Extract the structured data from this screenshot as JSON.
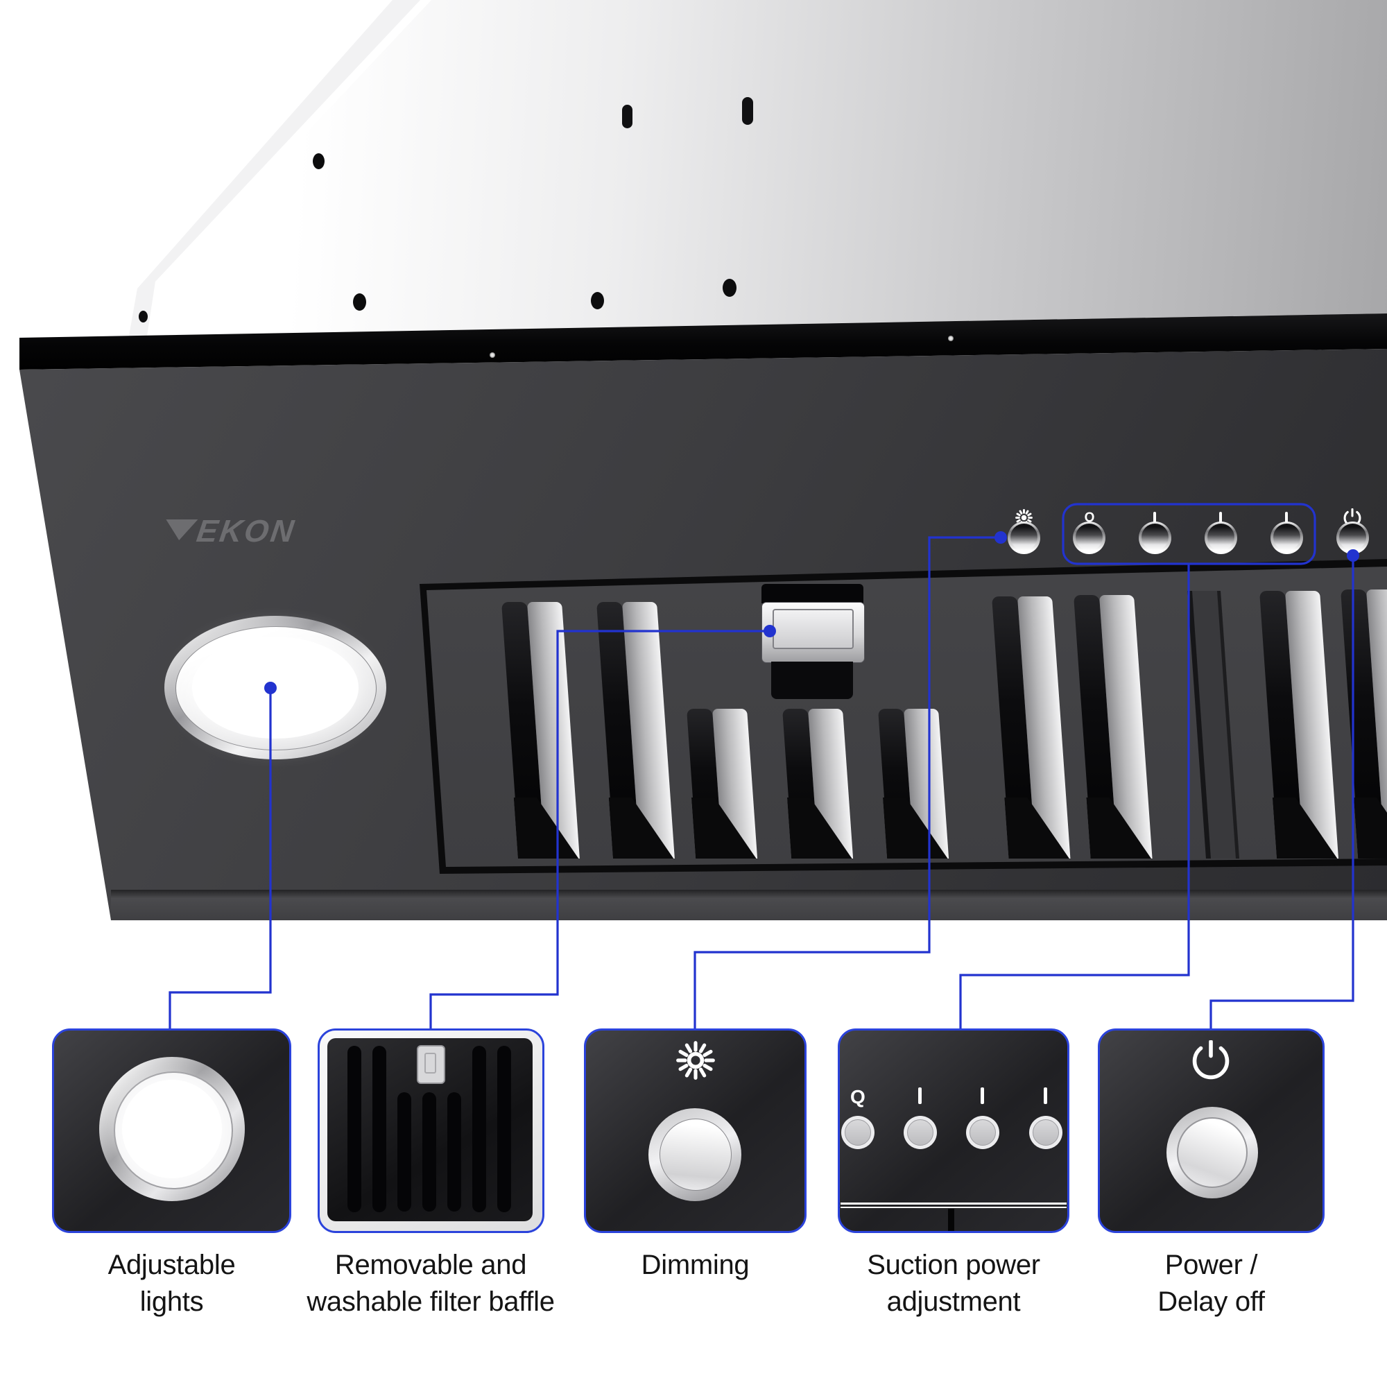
{
  "brand": "EKON",
  "colors": {
    "accent_line": "#2233cf",
    "box_border": "#2b43db",
    "panel": "#3d3d40",
    "top_surface_right": "#a7a7a9"
  },
  "panel_controls": {
    "dimming_icon": "sun-icon",
    "speed_labels": [
      "Q",
      "I",
      "I",
      "I"
    ],
    "power_icon": "power-icon"
  },
  "callouts": [
    {
      "id": "adjustable-lights",
      "lines": [
        "Adjustable",
        "lights"
      ]
    },
    {
      "id": "filter-baffle",
      "lines": [
        "Removable and",
        "washable filter baffle"
      ]
    },
    {
      "id": "dimming",
      "lines": [
        "Dimming"
      ]
    },
    {
      "id": "suction-power",
      "lines": [
        "Suction power",
        "adjustment"
      ],
      "button_labels": [
        "Q",
        "I",
        "I",
        "I"
      ]
    },
    {
      "id": "power-delay-off",
      "lines": [
        "Power /",
        "Delay off"
      ]
    }
  ]
}
